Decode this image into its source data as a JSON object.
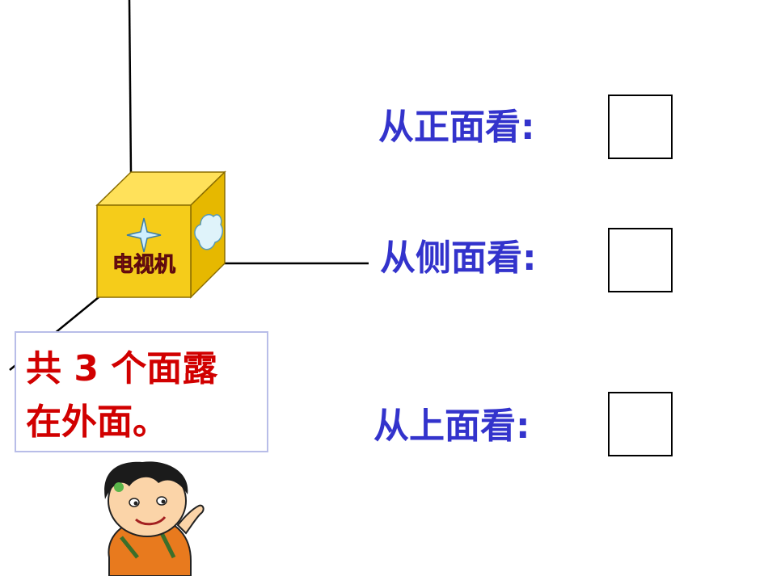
{
  "views": [
    {
      "label": "从正面看:"
    },
    {
      "label": "从侧面看:"
    },
    {
      "label": "从上面看:"
    }
  ],
  "note": {
    "line1": "共 3 个面露",
    "line2": "在外面。"
  },
  "cube": {
    "front_text": "电视机",
    "color": "#f5cc1a"
  },
  "colors": {
    "label_blue": "#3333cc",
    "note_red": "#d10000",
    "note_border": "#b8bde8"
  }
}
